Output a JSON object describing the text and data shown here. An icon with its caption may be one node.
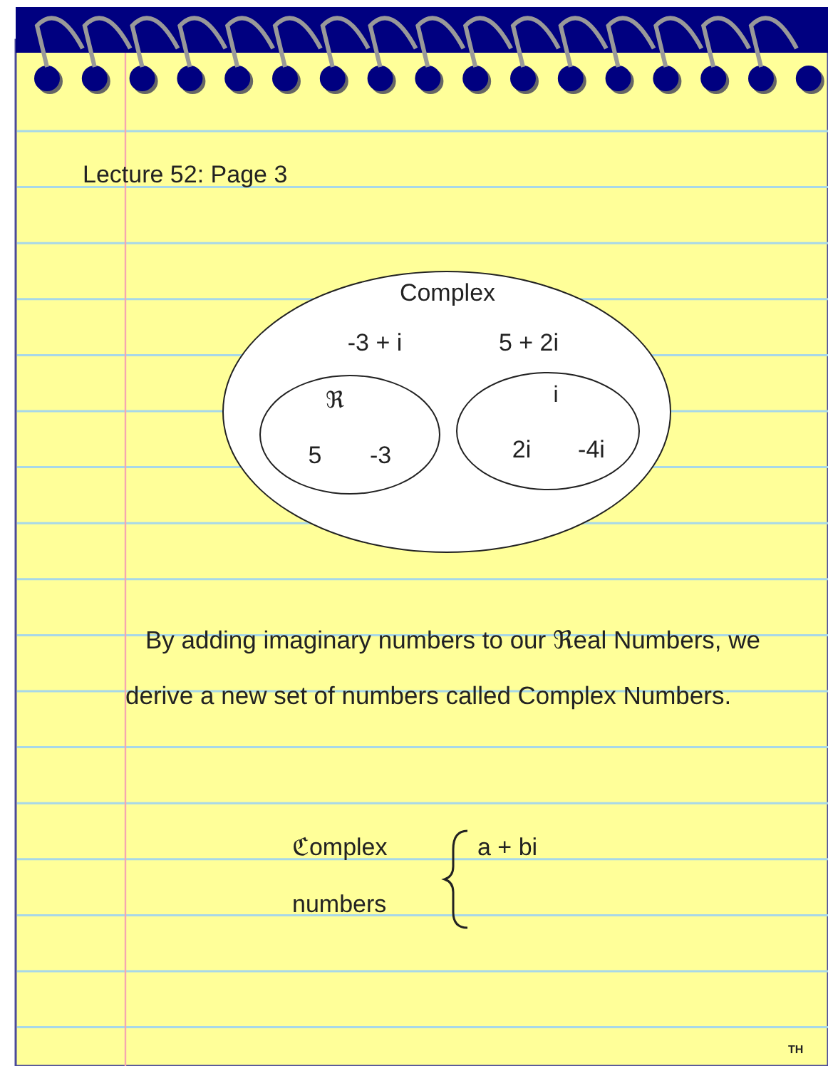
{
  "diagram": {
    "title": "Lecture 52: Page 3",
    "nodes": [
      {
        "text": [
          "Complex",
          "-3 + i",
          "5 + 2i"
        ]
      },
      {
        "text": [
          "ℜ",
          "5",
          "-3"
        ],
        "in": 0
      },
      {
        "text": [
          "i",
          "2i",
          "-4i"
        ],
        "in": 0
      }
    ],
    "labels": [
      "By adding imaginary numbers to our ℜeal Numbers, we derive a new set of numbers called Complex Numbers.",
      "ℭomplex",
      "numbers",
      "a + bi",
      "TH"
    ]
  }
}
